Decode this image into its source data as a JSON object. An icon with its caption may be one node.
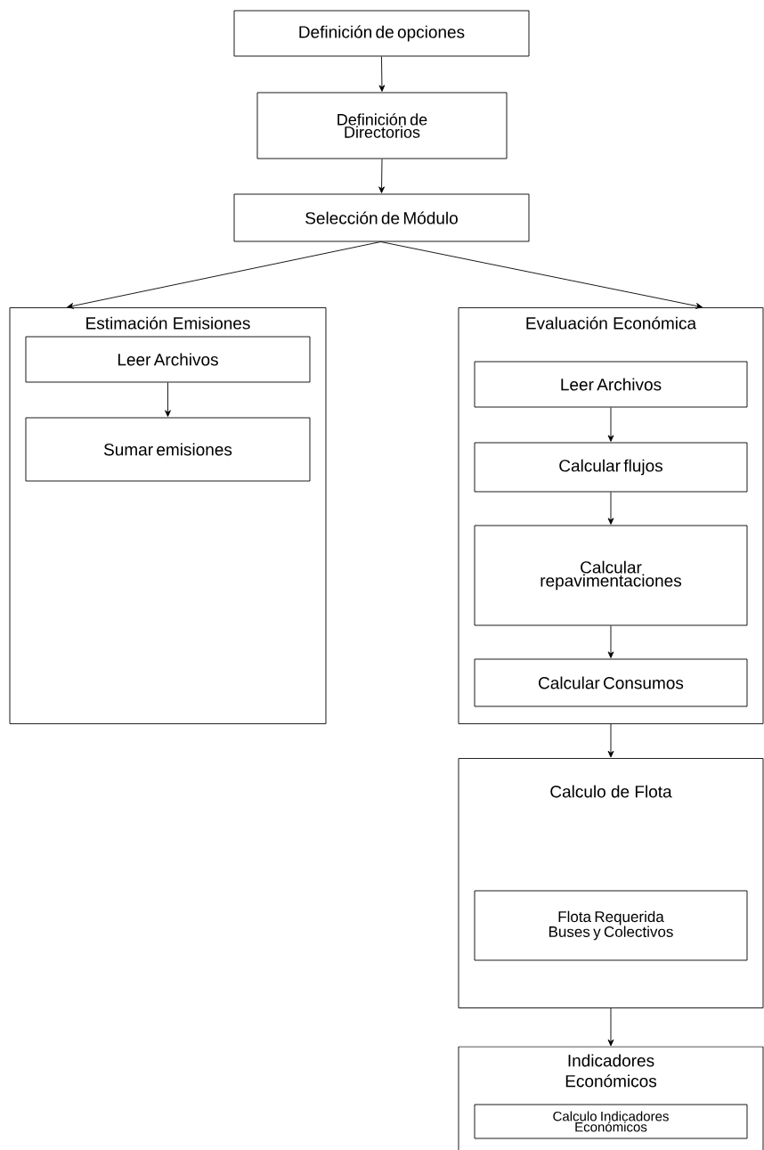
{
  "diagram": {
    "nodes": [
      {
        "text": [
          "Definición de opciones"
        ]
      },
      {
        "text": [
          "Definición de Directorios"
        ]
      },
      {
        "text": [
          "Selección de Módulo"
        ]
      },
      {
        "text": [
          "Estimación Emisiones"
        ]
      },
      {
        "text": [
          "Leer Archivos"
        ],
        "in": 3
      },
      {
        "text": [
          "Sumar emisiones"
        ],
        "in": 3
      },
      {
        "text": [
          "Evaluación Económica"
        ]
      },
      {
        "text": [
          "Leer Archivos"
        ],
        "in": 6
      },
      {
        "text": [
          "Calcular flujos"
        ],
        "in": 6
      },
      {
        "text": [
          "Calcular repavimentaciones"
        ],
        "in": 6
      },
      {
        "text": [
          "Calcular Consumos"
        ],
        "in": 6
      },
      {
        "text": [
          "Calculo de Flota"
        ]
      },
      {
        "text": [
          "Flota Requerida Buses y Colectivos"
        ],
        "in": 11
      },
      {
        "text": [
          "Indicadores Económicos"
        ]
      },
      {
        "text": [
          "Calculo Indicadores Económicos"
        ],
        "in": 13
      }
    ],
    "edges": [
      {
        "from": 0,
        "to": 1,
        "arrow": "to"
      },
      {
        "from": 1,
        "to": 2,
        "arrow": "to"
      },
      {
        "from": 2,
        "to": 3,
        "arrow": "to"
      },
      {
        "from": 2,
        "to": 6,
        "arrow": "to"
      },
      {
        "from": 4,
        "to": 5,
        "arrow": "to"
      },
      {
        "from": 7,
        "to": 8,
        "arrow": "to"
      },
      {
        "from": 8,
        "to": 9,
        "arrow": "to"
      },
      {
        "from": 9,
        "to": 10,
        "arrow": "to"
      },
      {
        "from": 6,
        "to": 11,
        "arrow": "to"
      },
      {
        "from": 11,
        "to": 13,
        "arrow": "to"
      }
    ]
  }
}
